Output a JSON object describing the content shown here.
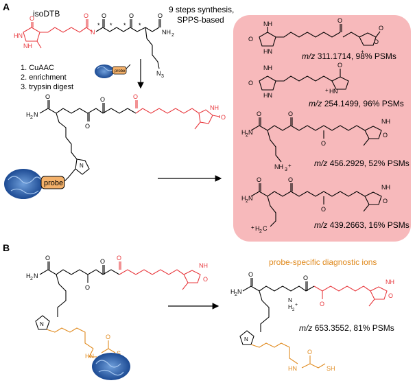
{
  "panel_a": {
    "label": "A",
    "title": "isoDTB",
    "synthesis": [
      "9 steps synthesis,",
      "SPPS-based"
    ],
    "steps": [
      "1. CuAAC",
      "2. enrichment",
      "3. trypsin digest"
    ],
    "probe_tag": "probe",
    "probe_small": "probe",
    "fragments": [
      {
        "mz_label": "m/z",
        "mz": "311.1714",
        "psm": ", 98% PSMs"
      },
      {
        "mz_label": "m/z",
        "mz": "254.1499",
        "psm": ", 96% PSMs"
      },
      {
        "mz_label": "m/z",
        "mz": "456.2929",
        "psm": ", 52% PSMs"
      },
      {
        "mz_label": "m/z",
        "mz": "439.2663",
        "psm": ", 16% PSMs"
      }
    ]
  },
  "panel_b": {
    "label": "B",
    "diagnostic_title": "probe-specific diagnostic ions",
    "fragment": {
      "mz_label": "m/z",
      "mz": "653.3552",
      "psm": ", 81% PSMs"
    }
  },
  "atoms": {
    "hn": "HN",
    "nh": "NH",
    "n": "N",
    "h": "H",
    "o": "O",
    "n3": "N",
    "n3_sub": "3",
    "nh2": "NH",
    "nh2_sub": "2",
    "h2n": "H",
    "h2n_n": "N",
    "star": "*",
    "plus": "+",
    "nh3": "NH",
    "nh3_sub": "3",
    "ch2": "H",
    "ch2_sub": "2",
    "ch2_c": "C",
    "sh": "SH",
    "s": "S"
  },
  "colors": {
    "red": "#e8383d",
    "orange": "#e08a1e",
    "highlight_box": "#f7b9bb",
    "probe_box": "#f4b16a",
    "protein": "#2e5fa8"
  }
}
